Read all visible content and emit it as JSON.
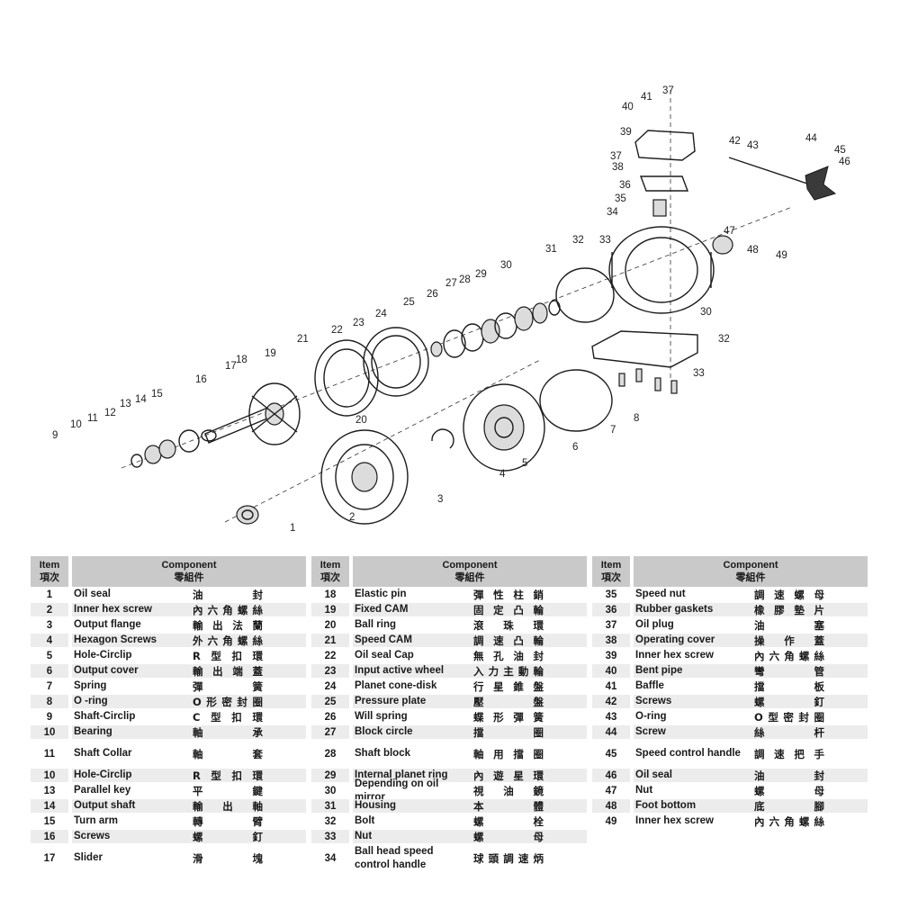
{
  "callouts": [
    "1",
    "2",
    "3",
    "4",
    "5",
    "6",
    "7",
    "8",
    "9",
    "10",
    "11",
    "12",
    "13",
    "14",
    "15",
    "16",
    "17",
    "18",
    "19",
    "20",
    "21",
    "22",
    "23",
    "24",
    "25",
    "26",
    "27",
    "28",
    "29",
    "30",
    "31",
    "32",
    "33",
    "34",
    "35",
    "36",
    "37",
    "38",
    "39",
    "40",
    "41",
    "42",
    "43",
    "44",
    "45",
    "46",
    "47",
    "48",
    "49",
    "30",
    "32",
    "33",
    "37"
  ],
  "table": {
    "header": {
      "item": "Item",
      "item_zh": "項次",
      "component": "Component",
      "component_zh": "零組件"
    },
    "columns": [
      [
        {
          "num": "1",
          "en": "Oil seal",
          "zh": "油封"
        },
        {
          "num": "2",
          "en": "Inner hex screw",
          "zh": "內六角螺絲"
        },
        {
          "num": "3",
          "en": "Output flange",
          "zh": "輸出法蘭"
        },
        {
          "num": "4",
          "en": "Hexagon Screws",
          "zh": "外六角螺絲"
        },
        {
          "num": "5",
          "en": "Hole-Circlip",
          "zh": "R型扣環"
        },
        {
          "num": "6",
          "en": "Output cover",
          "zh": "輸出端蓋"
        },
        {
          "num": "7",
          "en": "Spring",
          "zh": "彈簧"
        },
        {
          "num": "8",
          "en": "O -ring",
          "zh": "O形密封圈"
        },
        {
          "num": "9",
          "en": "Shaft-Circlip",
          "zh": "C型扣環"
        },
        {
          "num": "10",
          "en": "Bearing",
          "zh": "軸承"
        },
        {
          "num": "11",
          "en": "Shaft Collar",
          "zh": "軸套"
        },
        {
          "num": "10",
          "en": "Hole-Circlip",
          "zh": "R型扣環"
        },
        {
          "num": "13",
          "en": "Parallel key",
          "zh": "平鍵"
        },
        {
          "num": "14",
          "en": "Output shaft",
          "zh": "輸出軸"
        },
        {
          "num": "15",
          "en": "Turn arm",
          "zh": "轉臂"
        },
        {
          "num": "16",
          "en": "Screws",
          "zh": "螺釘"
        },
        {
          "num": "17",
          "en": "Slider",
          "zh": "滑塊"
        }
      ],
      [
        {
          "num": "18",
          "en": "Elastic pin",
          "zh": "彈性柱銷"
        },
        {
          "num": "19",
          "en": "Fixed CAM",
          "zh": "固定凸輪"
        },
        {
          "num": "20",
          "en": "Ball ring",
          "zh": "滾珠環"
        },
        {
          "num": "21",
          "en": "Speed CAM",
          "zh": "調速凸輪"
        },
        {
          "num": "22",
          "en": "Oil seal Cap",
          "zh": "無孔油封"
        },
        {
          "num": "23",
          "en": "Input active wheel",
          "zh": "入力主動輪"
        },
        {
          "num": "24",
          "en": "Planet cone-disk",
          "zh": "行星錐盤"
        },
        {
          "num": "25",
          "en": "Pressure plate",
          "zh": "壓盤"
        },
        {
          "num": "26",
          "en": "Will spring",
          "zh": "蝶形彈簧"
        },
        {
          "num": "27",
          "en": "Block circle",
          "zh": "擋圈"
        },
        {
          "num": "28",
          "en": "Shaft block",
          "zh": "軸用擋圈"
        },
        {
          "num": "29",
          "en": "Internal planet ring",
          "zh": "內遊星環"
        },
        {
          "num": "30",
          "en": "Depending on oil mirror",
          "zh": "視油鏡"
        },
        {
          "num": "31",
          "en": "Housing",
          "zh": "本體"
        },
        {
          "num": "32",
          "en": "Bolt",
          "zh": "螺栓"
        },
        {
          "num": "33",
          "en": "Nut",
          "zh": "螺母"
        },
        {
          "num": "34",
          "en": "Ball head speed control handle",
          "zh": "球頭調速炳"
        }
      ],
      [
        {
          "num": "35",
          "en": "Speed nut",
          "zh": "調速螺母"
        },
        {
          "num": "36",
          "en": "Rubber gaskets",
          "zh": "橡膠墊片"
        },
        {
          "num": "37",
          "en": "Oil plug",
          "zh": "油塞"
        },
        {
          "num": "38",
          "en": "Operating cover",
          "zh": "操作蓋"
        },
        {
          "num": "39",
          "en": "Inner hex screw",
          "zh": "內六角螺絲"
        },
        {
          "num": "40",
          "en": "Bent pipe",
          "zh": "彎管"
        },
        {
          "num": "41",
          "en": "Baffle",
          "zh": "擋板"
        },
        {
          "num": "42",
          "en": "Screws",
          "zh": "螺釘"
        },
        {
          "num": "43",
          "en": "O-ring",
          "zh": "O型密封圈"
        },
        {
          "num": "44",
          "en": "Screw",
          "zh": "絲杆"
        },
        {
          "num": "45",
          "en": "Speed control handle",
          "zh": "調速把手"
        },
        {
          "num": "46",
          "en": "Oil seal",
          "zh": "油封"
        },
        {
          "num": "47",
          "en": "Nut",
          "zh": "螺母"
        },
        {
          "num": "48",
          "en": "Foot bottom",
          "zh": "底腳"
        },
        {
          "num": "49",
          "en": "Inner hex screw",
          "zh": "內六角螺絲"
        }
      ]
    ]
  }
}
